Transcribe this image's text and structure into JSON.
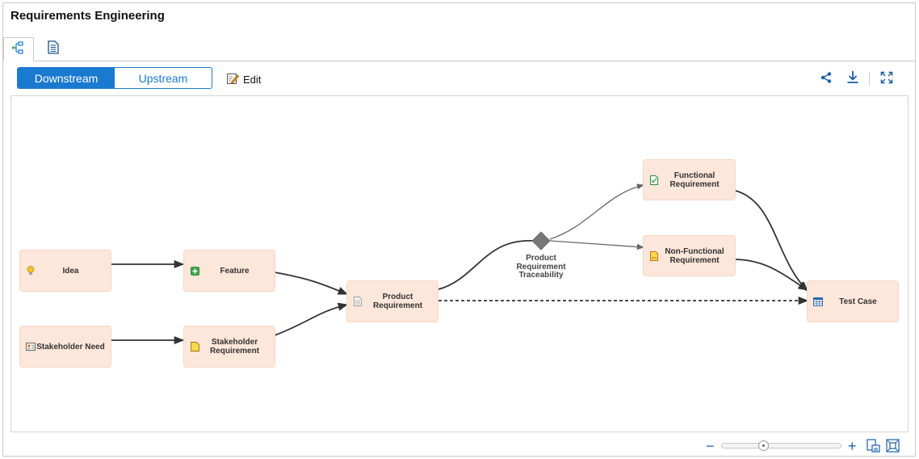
{
  "app": {
    "title": "Requirements Engineering"
  },
  "tabs": [
    {
      "icon": "hierarchy-icon",
      "active": true
    },
    {
      "icon": "document-icon",
      "active": false
    }
  ],
  "toolbar": {
    "direction_options": [
      "Downstream",
      "Upstream"
    ],
    "selected_direction": "Downstream",
    "edit_label": "Edit",
    "right_icons": [
      "share-icon",
      "download-icon",
      "fullscreen-icon"
    ]
  },
  "diagram": {
    "nodes": {
      "idea": {
        "label": "Idea",
        "icon": "lightbulb-icon"
      },
      "stakeholder_need": {
        "label": "Stakeholder Need",
        "icon": "contact-card-icon"
      },
      "feature": {
        "label": "Feature",
        "icon": "feature-plus-icon"
      },
      "stakeholder_requirement": {
        "label": "Stakeholder Requirement",
        "icon": "yellow-note-icon"
      },
      "product_requirement": {
        "label": "Product Requirement",
        "icon": "gray-document-icon"
      },
      "functional_requirement": {
        "label": "Functional Requirement",
        "icon": "green-document-icon"
      },
      "nonfunctional_requirement": {
        "label": "Non-Functional Requirement",
        "icon": "orange-document-icon"
      },
      "test_case": {
        "label": "Test Case",
        "icon": "table-icon"
      }
    },
    "decision": {
      "label": "Product Requirement Traceability",
      "icon": "diamond-icon"
    }
  },
  "colors": {
    "accent": "#1a7ad0",
    "node_fill": "#fde6da",
    "edge": "#333333",
    "decision": "#777777"
  },
  "zoom": {
    "level": 0.35,
    "icons": [
      "zoom-out-icon",
      "zoom-in-icon",
      "actual-size-icon",
      "fit-to-screen-icon"
    ]
  }
}
